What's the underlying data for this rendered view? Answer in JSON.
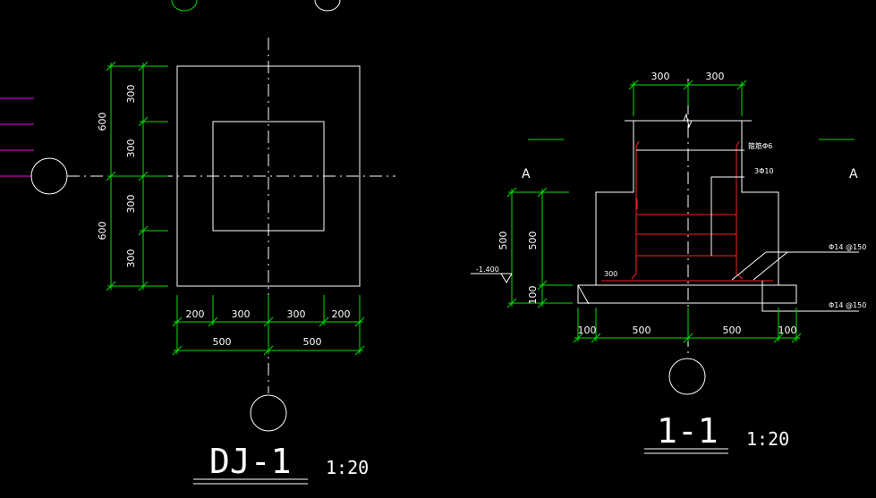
{
  "plan": {
    "dims_left": [
      "300",
      "300",
      "300",
      "300"
    ],
    "dims_outer": [
      "600",
      "600"
    ],
    "dims_bottom": [
      "200",
      "300",
      "300",
      "200"
    ],
    "dims_bottom2": [
      "500",
      "500"
    ],
    "title": "DJ-1",
    "scale": "1:20"
  },
  "section": {
    "dims_top": [
      "300",
      "300"
    ],
    "dims_left_outer": "500",
    "dims_left_inner": "500",
    "dims_left_base": "100",
    "elevation": "-1.400",
    "label_a": "A",
    "note_top": "箍筋Φ6",
    "note_bars": "3Φ10",
    "note_300": "300",
    "note_mesh1": "Φ14 @150",
    "note_mesh2": "Φ14 @150",
    "dims_bottom": [
      "100",
      "500",
      "500",
      "100"
    ],
    "title": "1-1",
    "scale": "1:20"
  },
  "colors": {
    "background": "#000000",
    "lines": "#ffffff",
    "dimensions": "#00e000",
    "rebar": "#ff2020",
    "grid": "#c000c0"
  }
}
